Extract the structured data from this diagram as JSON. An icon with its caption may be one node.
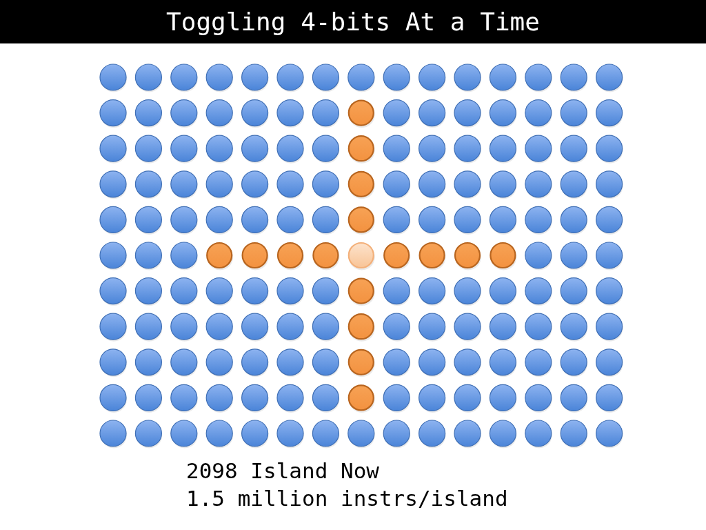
{
  "diagram": {
    "title": "Toggling 4-bits At a Time",
    "labels": [
      "2098 Island Now",
      "1.5 million instrs/island"
    ]
  }
}
